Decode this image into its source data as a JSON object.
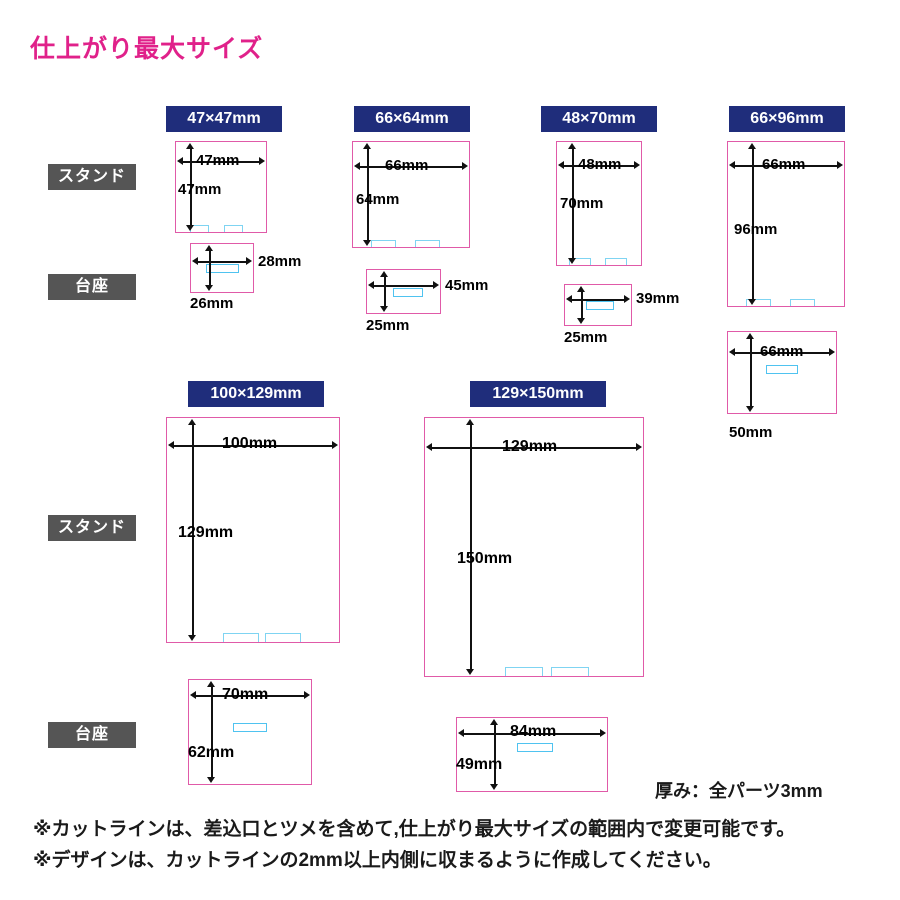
{
  "page": {
    "title": "仕上がり最大サイズ",
    "title_color": "#e0218a",
    "badge_color": "#1f2d7b",
    "row_label_color": "#555555",
    "cutline_color": "#e05aa8",
    "tab_color": "#4fc3f0"
  },
  "row_labels": {
    "stand_top": "スタンド",
    "base_top": "台座",
    "stand_bottom": "スタンド",
    "base_bottom": "台座"
  },
  "top_row": {
    "items": [
      {
        "badge": "47×47mm",
        "stand": {
          "width_label": "47mm",
          "height_label": "47mm"
        },
        "base": {
          "width_label": "26mm",
          "height_label": "28mm"
        }
      },
      {
        "badge": "66×64mm",
        "stand": {
          "width_label": "66mm",
          "height_label": "64mm"
        },
        "base": {
          "width_label": "25mm",
          "height_label": "45mm"
        }
      },
      {
        "badge": "48×70mm",
        "stand": {
          "width_label": "48mm",
          "height_label": "70mm"
        },
        "base": {
          "width_label": "25mm",
          "height_label": "39mm"
        }
      },
      {
        "badge": "66×96mm",
        "stand": {
          "width_label": "66mm",
          "height_label": "96mm"
        },
        "base": {
          "width_label": "50mm",
          "height_label": "66mm"
        }
      }
    ]
  },
  "bottom_row": {
    "items": [
      {
        "badge": "100×129mm",
        "stand": {
          "width_label": "100mm",
          "height_label": "129mm"
        },
        "base": {
          "width_label": "70mm",
          "height_label": "62mm"
        }
      },
      {
        "badge": "129×150mm",
        "stand": {
          "width_label": "129mm",
          "height_label": "150mm"
        },
        "base": {
          "width_label": "84mm",
          "height_label": "49mm"
        }
      }
    ]
  },
  "thickness_note": "厚み：全パーツ3mm",
  "footnotes": [
    "※カットラインは、差込口とツメを含めて,仕上がり最大サイズの範囲内で変更可能です。",
    "※デザインは、カットラインの2mm以上内側に収まるように作成してください。"
  ]
}
